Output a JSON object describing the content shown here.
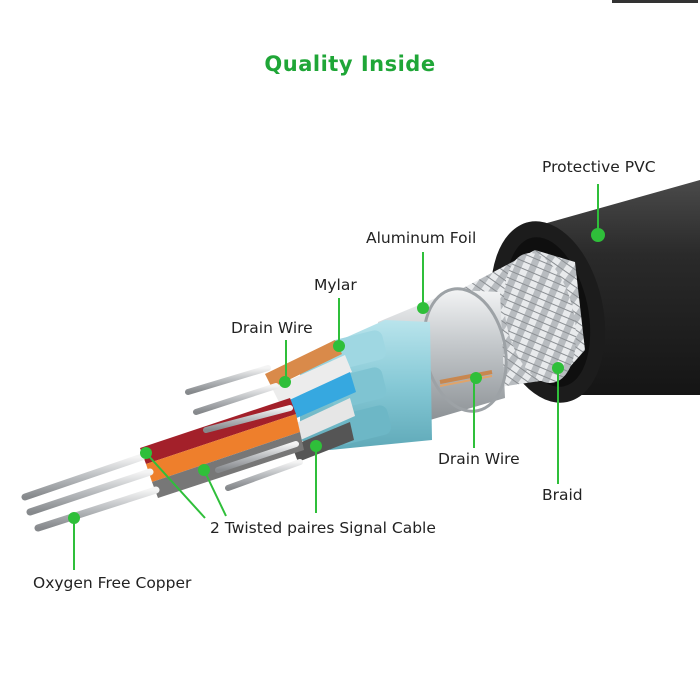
{
  "title": "Quality Inside",
  "colors": {
    "accent_green": "#1fa637",
    "callout_green": "#2fbf3a",
    "text": "#222222",
    "pvc": "#262626",
    "mylar": "#8fd0dc",
    "foil": "#c9cdd0"
  },
  "labels": {
    "protective_pvc": "Protective PVC",
    "aluminum_foil": "Aluminum Foil",
    "mylar": "Mylar",
    "drain_wire_top": "Drain Wire",
    "drain_wire_bottom": "Drain Wire",
    "braid": "Braid",
    "twisted_pairs": "2 Twisted paires Signal Cable",
    "oxygen_free_copper": "Oxygen Free Copper"
  }
}
